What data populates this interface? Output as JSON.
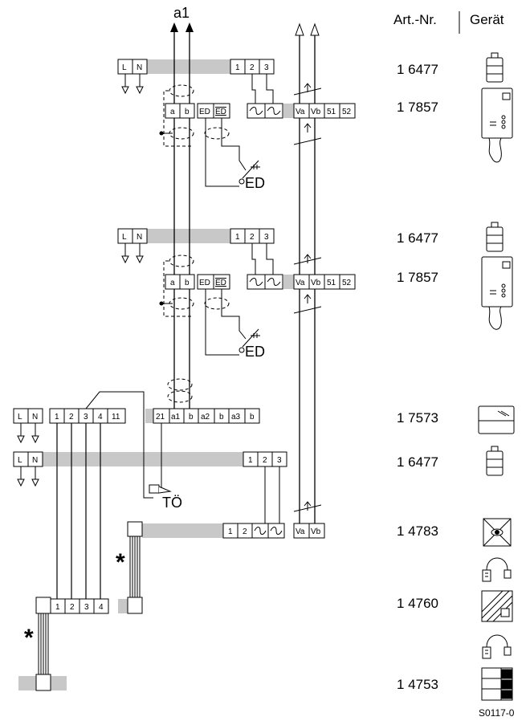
{
  "header": {
    "art_nr": "Art.-Nr.",
    "geraet": "Gerät"
  },
  "top_label": "a1",
  "articles": [
    "1 6477",
    "1 7857",
    "1 6477",
    "1 7857",
    "1 7573",
    "1 6477",
    "1 4783",
    "1 4760",
    "1 4753"
  ],
  "terminals": {
    "psu_mains": [
      "L",
      "N"
    ],
    "psu_out": [
      "1",
      "2",
      "3"
    ],
    "monitor": [
      "a",
      "b",
      "ED",
      "ED",
      "~",
      "~",
      "Va",
      "Vb",
      "51",
      "52"
    ],
    "door_mains": [
      "L",
      "N"
    ],
    "door_ctrl_left": [
      "1",
      "2",
      "3",
      "4",
      "11"
    ],
    "door_ctrl_right": [
      "21",
      "a1",
      "b",
      "a2",
      "b",
      "a3",
      "b"
    ],
    "camera": [
      "1",
      "2",
      "~",
      "~",
      "Va",
      "Vb"
    ],
    "keypad": [
      "1",
      "2",
      "3",
      "4"
    ]
  },
  "labels": {
    "ed": "ED",
    "to": "TÖ",
    "star": "*"
  },
  "footer_code": "S0117-0",
  "colors": {
    "line": "#000000",
    "bus": "#c8c8c8",
    "background": "#ffffff"
  }
}
